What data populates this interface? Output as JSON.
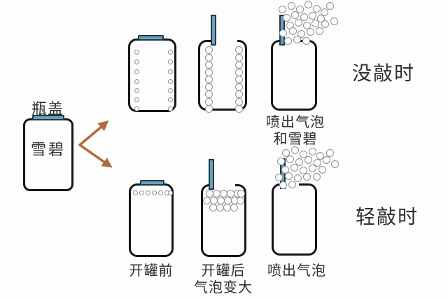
{
  "diagram": {
    "source_can": {
      "cap_label": "瓶盖",
      "body_label": "雪碧"
    },
    "rows": [
      {
        "label": "没敲时"
      },
      {
        "label": "轻敲时"
      }
    ],
    "captions": {
      "row1_can3_line1": "喷出气泡",
      "row1_can3_line2": "和雪碧",
      "row2_can1": "开罐前",
      "row2_can2_line1": "开罐后",
      "row2_can2_line2": "气泡变大",
      "row2_can3": "喷出气泡"
    },
    "colors": {
      "can_border": "#151515",
      "cap_fill": "#6f9fb8",
      "cap_border": "#1c3a4c",
      "bubble_stroke": "#8f8f8f",
      "arrow": "#b06a3e",
      "text": "#2f2f2f"
    },
    "bubbles": {
      "row1_can1": [
        [
          9,
          16,
          3.5
        ],
        [
          9,
          30,
          3.5
        ],
        [
          9,
          44,
          3.5
        ],
        [
          9,
          58,
          3.5
        ],
        [
          9,
          71,
          3.5
        ],
        [
          9,
          84,
          3.5
        ],
        [
          9,
          97,
          3.5
        ],
        [
          57,
          16,
          3.5
        ],
        [
          57,
          30,
          3.5
        ],
        [
          57,
          44,
          3.5
        ],
        [
          57,
          58,
          3.5
        ],
        [
          57,
          71,
          3.5
        ],
        [
          57,
          84,
          3.5
        ],
        [
          57,
          97,
          3.5
        ]
      ],
      "row1_can2": [
        [
          12,
          11,
          5.5
        ],
        [
          12,
          22,
          5.5
        ],
        [
          12,
          32,
          5.5
        ],
        [
          12,
          43,
          5.5
        ],
        [
          12,
          53,
          5.5
        ],
        [
          12,
          64,
          5.5
        ],
        [
          12,
          74,
          5.5
        ],
        [
          12,
          85,
          5.5
        ],
        [
          12,
          95,
          5.5
        ],
        [
          55,
          11,
          5.5
        ],
        [
          55,
          22,
          5.5
        ],
        [
          55,
          32,
          5.5
        ],
        [
          55,
          43,
          5.5
        ],
        [
          55,
          53,
          5.5
        ],
        [
          55,
          64,
          5.5
        ],
        [
          55,
          74,
          5.5
        ],
        [
          55,
          85,
          5.5
        ],
        [
          55,
          95,
          5.5
        ]
      ],
      "row1_can3_field": [
        [
          20,
          13,
          5.5
        ],
        [
          33,
          8,
          5.5
        ],
        [
          45,
          13,
          5.5
        ],
        [
          57,
          6,
          5.5
        ],
        [
          69,
          12,
          5.5
        ],
        [
          80,
          17,
          5.5
        ],
        [
          88,
          8,
          5.5
        ],
        [
          26,
          25,
          5.5
        ],
        [
          38,
          21,
          5.5
        ],
        [
          51,
          24,
          5.5
        ],
        [
          63,
          22,
          5.5
        ],
        [
          75,
          26,
          5.5
        ],
        [
          94,
          30,
          5.5
        ],
        [
          31,
          36,
          5.5
        ],
        [
          43,
          32,
          5.5
        ],
        [
          55,
          36,
          5.5
        ],
        [
          67,
          33,
          5.5
        ],
        [
          81,
          34,
          5.5
        ],
        [
          21,
          47,
          5.5
        ],
        [
          35,
          44,
          5.5
        ],
        [
          47,
          48,
          5.5
        ],
        [
          60,
          45,
          5.5
        ],
        [
          73,
          44,
          5.5
        ],
        [
          28,
          58,
          5.5
        ],
        [
          41,
          56,
          5.5
        ],
        [
          54,
          58,
          5.5
        ]
      ],
      "row2_can1": [
        [
          6,
          10,
          3.5
        ],
        [
          15,
          10,
          3.5
        ],
        [
          24,
          10,
          3.5
        ],
        [
          33,
          10,
          3.5
        ],
        [
          42,
          10,
          3.5
        ],
        [
          51,
          10,
          3.5
        ],
        [
          56,
          10,
          3.5
        ]
      ],
      "row2_can2": [
        [
          9,
          10,
          5.5
        ],
        [
          19,
          10,
          5.5
        ],
        [
          29,
          10,
          5.5
        ],
        [
          39,
          10,
          5.5
        ],
        [
          49,
          10,
          5.5
        ],
        [
          54,
          10,
          5.5
        ],
        [
          5,
          20,
          5.5
        ],
        [
          15,
          20,
          5.5
        ],
        [
          25,
          20,
          5.5
        ],
        [
          35,
          20,
          5.5
        ],
        [
          45,
          20,
          5.5
        ],
        [
          53,
          20,
          5.5
        ],
        [
          14,
          30,
          5.5
        ],
        [
          24,
          30,
          5.5
        ],
        [
          34,
          30,
          5.5
        ],
        [
          44,
          30,
          5.5
        ]
      ],
      "row2_can3_field": [
        [
          25,
          10,
          5.5
        ],
        [
          38,
          6,
          5.5
        ],
        [
          50,
          12,
          5.5
        ],
        [
          63,
          8,
          5.5
        ],
        [
          74,
          14,
          5.5
        ],
        [
          88,
          10,
          5.5
        ],
        [
          18,
          22,
          5.5
        ],
        [
          31,
          19,
          5.5
        ],
        [
          44,
          23,
          5.5
        ],
        [
          57,
          20,
          5.5
        ],
        [
          70,
          24,
          5.5
        ],
        [
          83,
          20,
          5.5
        ],
        [
          95,
          26,
          5.5
        ],
        [
          24,
          34,
          5.5
        ],
        [
          37,
          31,
          5.5
        ],
        [
          50,
          35,
          5.5
        ],
        [
          63,
          32,
          5.5
        ],
        [
          77,
          34,
          5.5
        ],
        [
          15,
          45,
          5.5
        ],
        [
          29,
          43,
          5.5
        ],
        [
          42,
          46,
          5.5
        ],
        [
          55,
          44,
          5.5
        ],
        [
          69,
          44,
          5.5
        ],
        [
          21,
          56,
          5.5
        ],
        [
          34,
          55,
          5.5
        ]
      ]
    }
  }
}
